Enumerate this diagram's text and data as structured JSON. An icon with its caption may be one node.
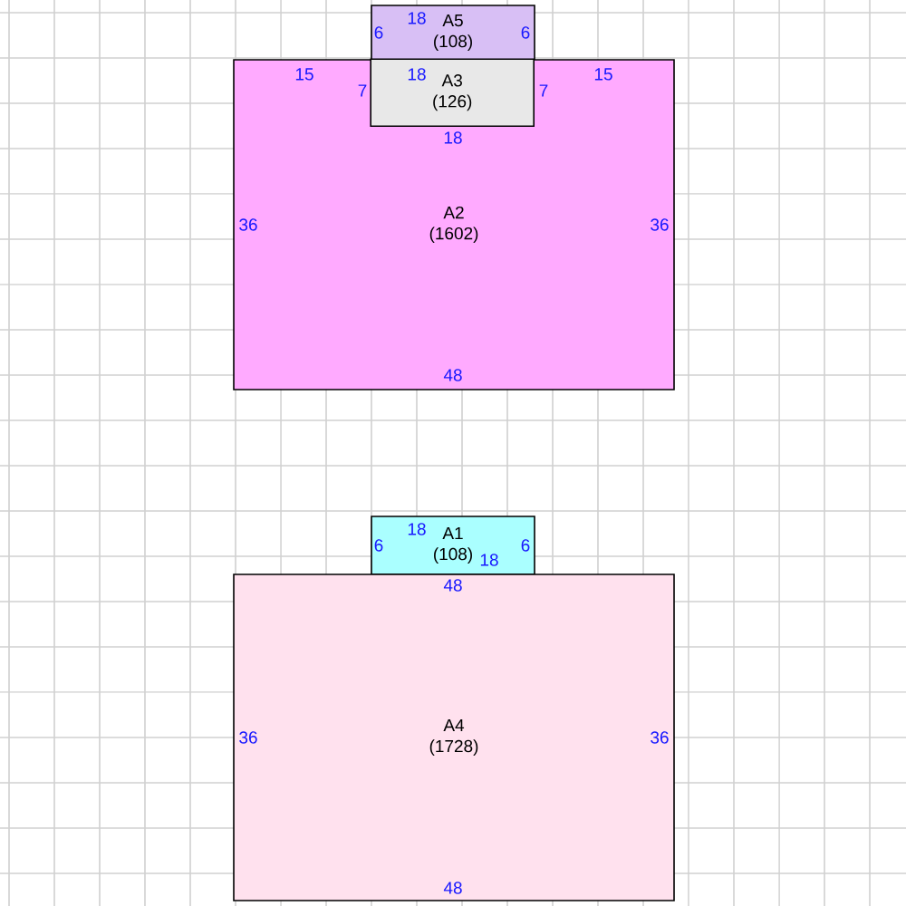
{
  "diagram": {
    "nodes": [
      {
        "text": [
          "A5",
          "(108)"
        ]
      },
      {
        "text": [
          "A2",
          "(1602)"
        ]
      },
      {
        "text": [
          "A3",
          "(126)"
        ],
        "in": 1
      },
      {
        "text": [
          "A1",
          "(108)"
        ]
      },
      {
        "text": [
          "A4",
          "(1728)"
        ]
      }
    ],
    "labels": [
      "18",
      "6",
      "6",
      "15",
      "18",
      "15",
      "7",
      "7",
      "18",
      "36",
      "36",
      "48",
      "18",
      "6",
      "6",
      "18",
      "48",
      "36",
      "36",
      "48"
    ]
  }
}
